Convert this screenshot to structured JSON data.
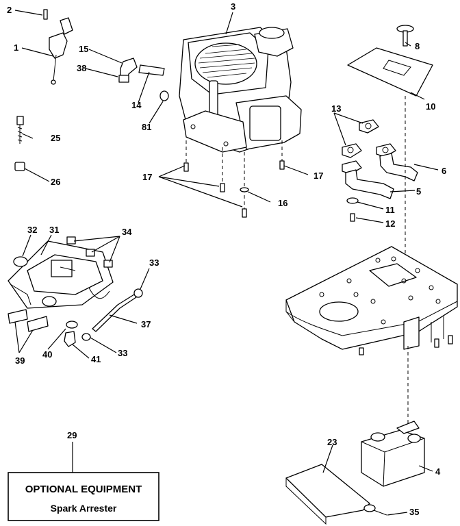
{
  "callouts": {
    "c1": "1",
    "c2": "2",
    "c3": "3",
    "c4": "4",
    "c5": "5",
    "c6": "6",
    "c8": "8",
    "c10": "10",
    "c11": "11",
    "c12": "12",
    "c13": "13",
    "c14": "14",
    "c15": "15",
    "c16": "16",
    "c17a": "17",
    "c17b": "17",
    "c23": "23",
    "c25": "25",
    "c26": "26",
    "c29": "29",
    "c31": "31",
    "c32": "32",
    "c33a": "33",
    "c33b": "33",
    "c34": "34",
    "c35": "35",
    "c37": "37",
    "c38": "38",
    "c39": "39",
    "c40": "40",
    "c41": "41",
    "c81": "81"
  },
  "note": {
    "title": "OPTIONAL EQUIPMENT",
    "subtitle": "Spark Arrester"
  }
}
